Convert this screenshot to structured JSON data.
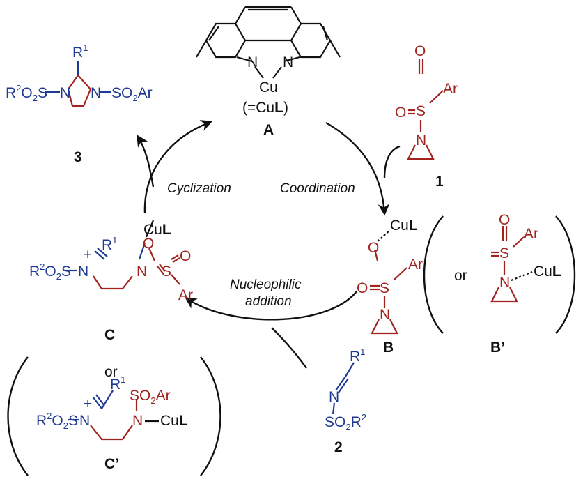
{
  "colors": {
    "red": "#a0231f",
    "blue": "#1f3a93",
    "black": "#111111"
  },
  "catalyst": {
    "N1": "N",
    "N2": "N",
    "cu": "Cu",
    "formula_open": "(=Cu",
    "formula_L": "L",
    "formula_close": ")",
    "label": "A"
  },
  "steps": {
    "coordination": "Coordination",
    "cyclization": "Cyclization",
    "nucleophilic_1": "Nucleophilic",
    "nucleophilic_2": "addition"
  },
  "compound_1": {
    "S": "S",
    "O_top": "O",
    "O_left": "O",
    "Ar": "Ar",
    "N": "N",
    "label": "1"
  },
  "compound_2": {
    "R": "R",
    "R_sup": "1",
    "N": "N",
    "SO2R": "SO",
    "sub2": "2",
    "R2": "R",
    "R2_sup": "2",
    "label": "2"
  },
  "compound_3": {
    "R": "R",
    "R_sup": "1",
    "left_group": "R",
    "left_sup": "2",
    "left_tail": "O",
    "left_sub": "2",
    "left_S": "S",
    "N_left": "N",
    "N_right": "N",
    "right_group": "SO",
    "right_sub": "2",
    "right_Ar": "Ar",
    "label": "3"
  },
  "intermediate_B": {
    "Cu": "Cu",
    "L": "L",
    "O_bridge": "O",
    "O_left": "O",
    "S": "S",
    "Ar": "Ar",
    "N": "N",
    "label": "B"
  },
  "intermediate_Bp": {
    "or": "or",
    "O": "O",
    "S": "S",
    "Ar": "Ar",
    "N": "N",
    "Cu": "Cu",
    "L": "L",
    "label": "B’"
  },
  "intermediate_C": {
    "Cu": "Cu",
    "L": "L",
    "R": "R",
    "R_sup": "1",
    "left_group": "R",
    "left_sup": "2",
    "left_tail": "O",
    "left_sub": "2",
    "left_S": "S",
    "N_plus": "N",
    "plus": "+",
    "O_bridge": "O",
    "O_right": "O",
    "N_right": "N",
    "S_right": "S",
    "Ar": "Ar",
    "label": "C"
  },
  "intermediate_Cp": {
    "or": "or",
    "R": "R",
    "R_sup": "1",
    "left_group": "R",
    "left_sup": "2",
    "left_tail": "O",
    "left_sub": "2",
    "left_S": "S",
    "N_plus": "N",
    "plus": "+",
    "SO2Ar": "SO",
    "sub2": "2",
    "Ar": "Ar",
    "N_right": "N",
    "Cu": "Cu",
    "L": "L",
    "label": "C’"
  }
}
